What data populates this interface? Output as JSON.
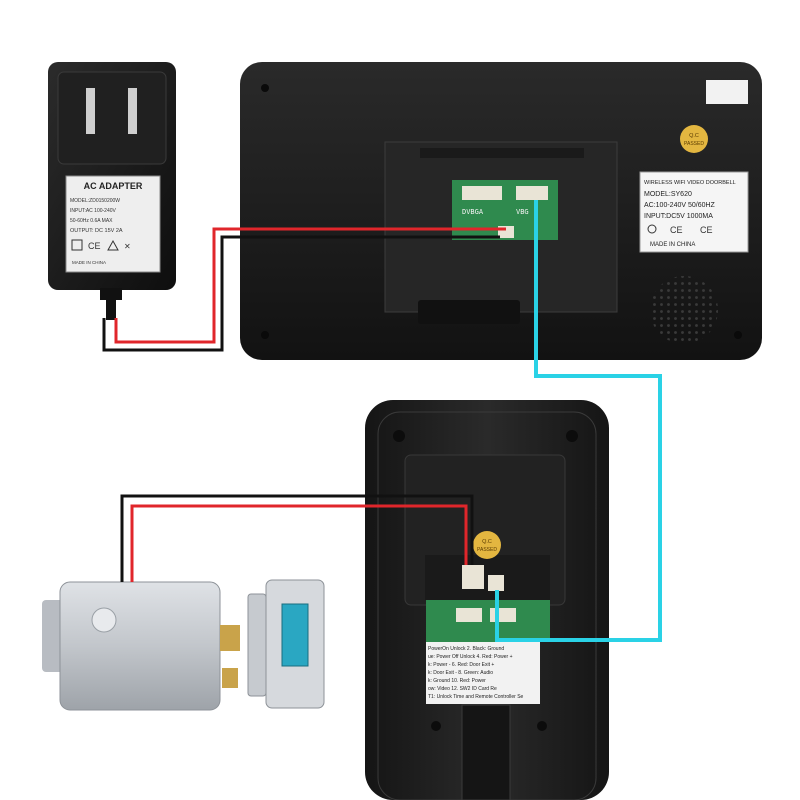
{
  "adapter": {
    "title": "AC ADAPTER",
    "model": "MODEL:ZD0150200W",
    "input": "INPUT:AC 100-240V",
    "freq": "50-60Hz 0.6A MAX",
    "output": "OUTPUT: DC 15V 2A",
    "made": "MADE IN CHINA"
  },
  "monitor": {
    "label_title": "WIRELESS WIFI VIDEO DOORBELL",
    "model": "MODEL:SY620",
    "ac": "AC:100-240V  50/60HZ",
    "input": "INPUT:DC5V  1000MA",
    "made": "MADE IN CHINA",
    "qc": [
      "Q.C",
      "PASSED"
    ],
    "connector_left": "DVBGA",
    "connector_right": "VBG"
  },
  "camera": {
    "qc": [
      "Q.C",
      "PASSED"
    ],
    "pin_lines": [
      "PowerOn Unlock    2. Black: Ground",
      "ue: Power Off Unlock  4. Red: Power +",
      "k: Power -        6. Red: Door Exit +",
      "k: Door Exit -    8. Green: Audio",
      "k: Ground         10. Red: Power",
      "ow: Video         12. SW2  ID Card Re",
      "T1: Unlock Time and Remote Controller Se"
    ]
  },
  "colors": {
    "wire_red": "#e0262b",
    "wire_black": "#111111",
    "wire_cyan": "#2ad2e6",
    "device_dark": "#1c1c1c",
    "lock_silver": "#c9cdd2"
  }
}
